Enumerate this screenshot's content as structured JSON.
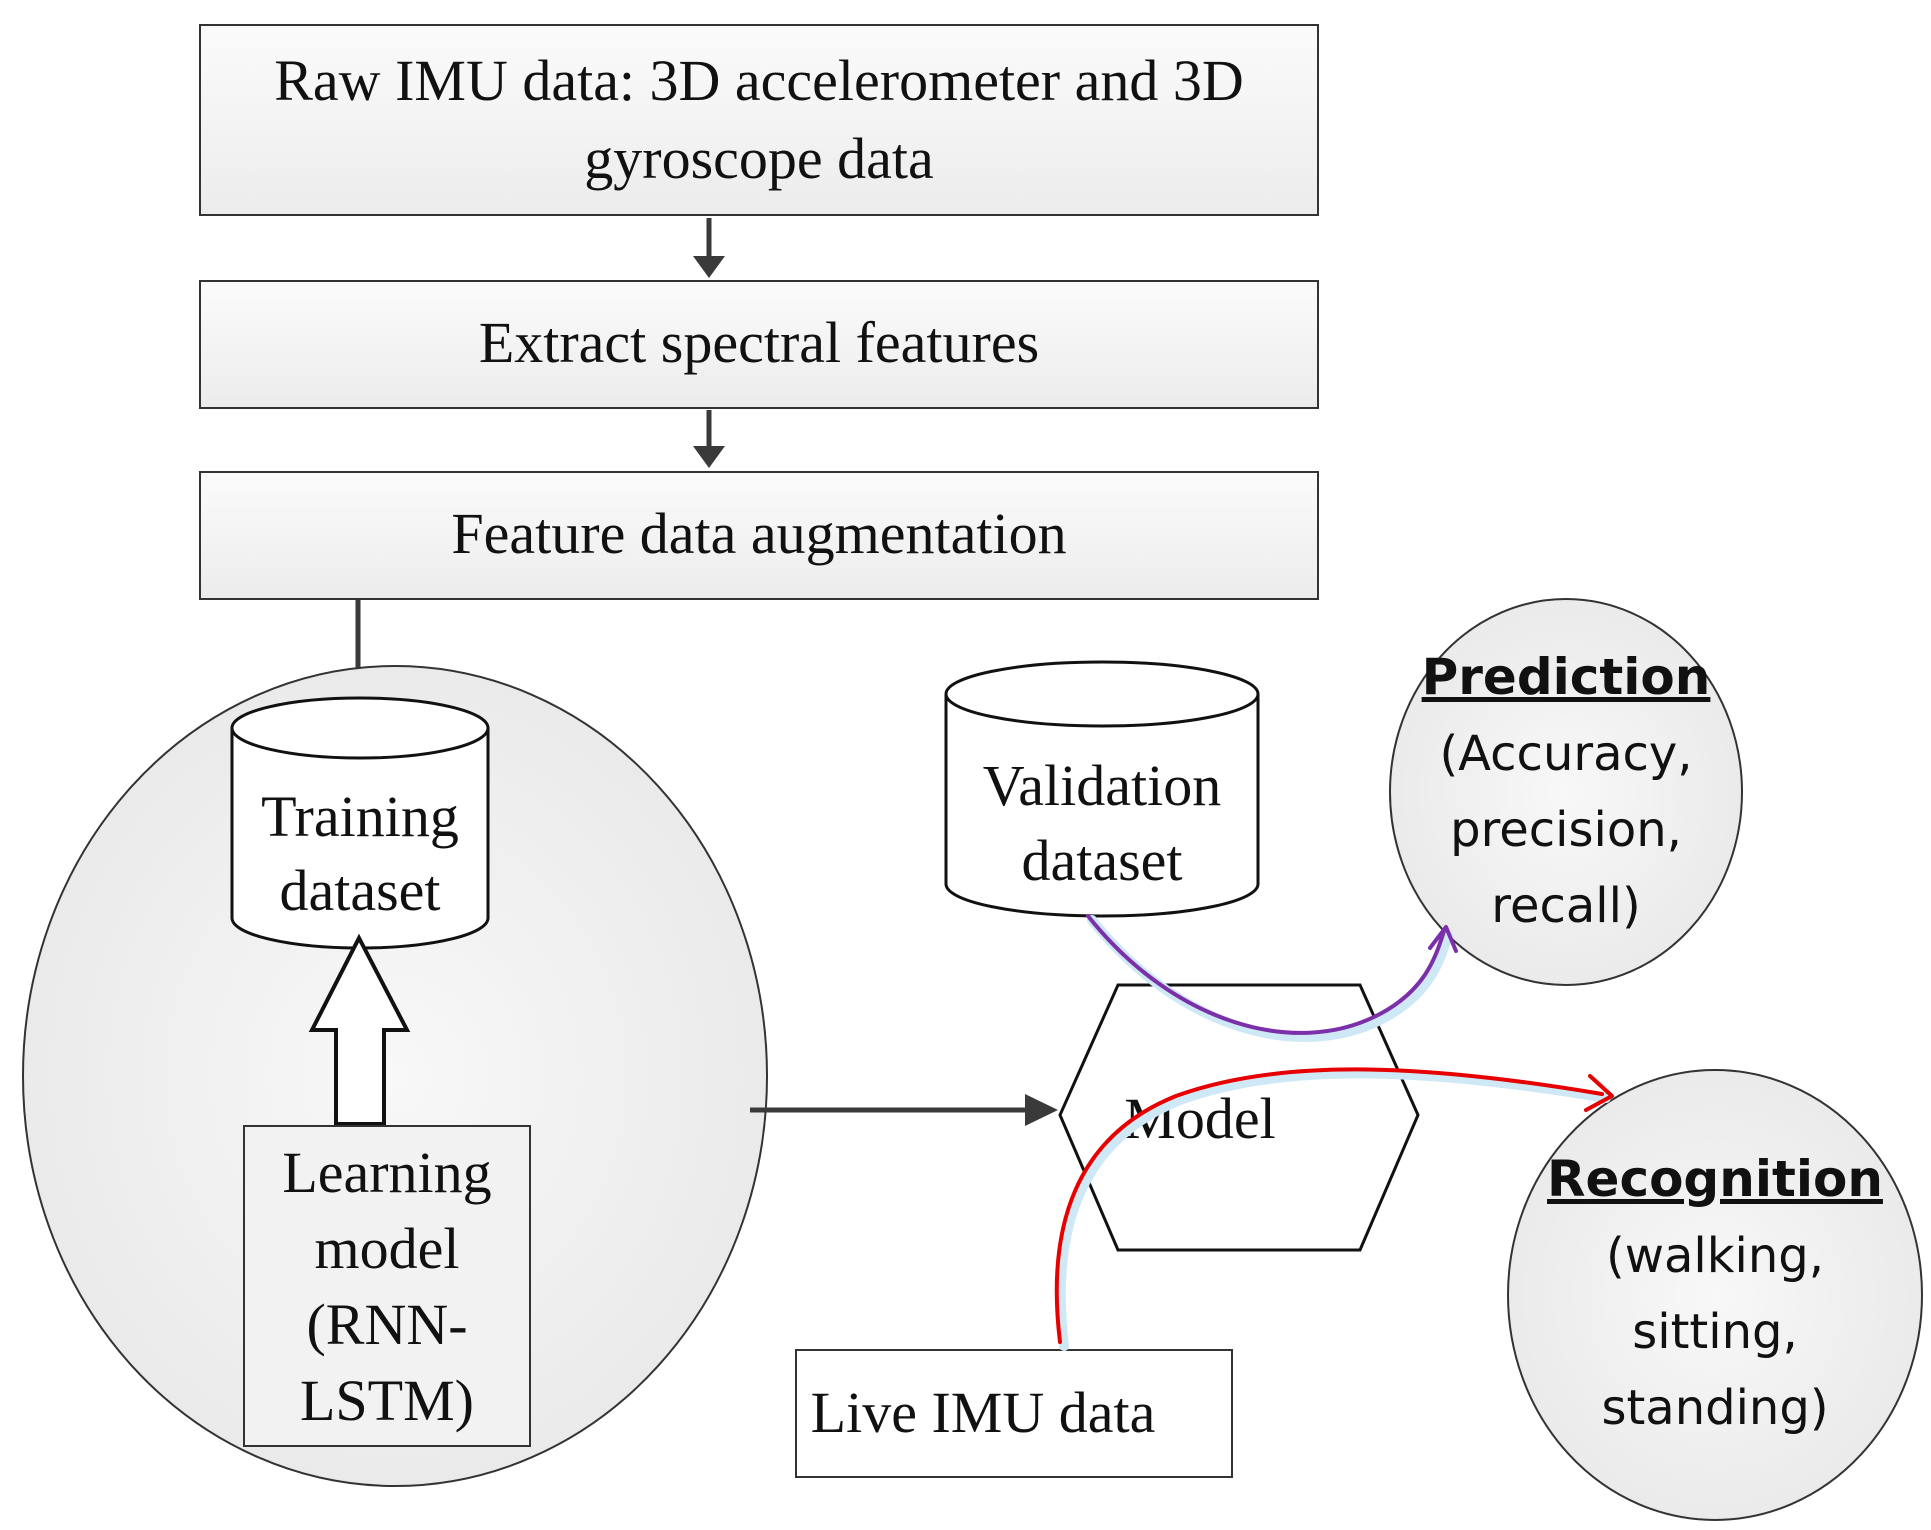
{
  "step_raw": {
    "lines": [
      "Raw IMU data: 3D accelerometer and 3D",
      "gyroscope data"
    ]
  },
  "step_extract": {
    "lines": [
      "Extract spectral features"
    ]
  },
  "step_augment": {
    "lines": [
      "Feature data augmentation"
    ]
  },
  "training_dataset": {
    "lines": [
      "Training",
      "dataset"
    ]
  },
  "learning_model": {
    "lines": [
      "Learning",
      "model",
      "(RNN-",
      "LSTM)"
    ]
  },
  "validation_dataset": {
    "lines": [
      "Validation",
      "dataset"
    ]
  },
  "model": {
    "lines": [
      "Model"
    ]
  },
  "live_imu": {
    "lines": [
      "Live IMU data"
    ]
  },
  "prediction": {
    "heading": "Prediction",
    "lines": [
      "(Accuracy,",
      "precision,",
      "recall)"
    ]
  },
  "recognition": {
    "heading": "Recognition",
    "lines": [
      "(walking,",
      "sitting,",
      "standing)"
    ]
  },
  "colors": {
    "box_fill": "#f2f2f2",
    "stroke": "#333333",
    "arrow": "#3a3a3a",
    "validation_arrow": "#7b2fa8",
    "live_arrow": "#e60000",
    "glow": "#cfe8f5"
  }
}
